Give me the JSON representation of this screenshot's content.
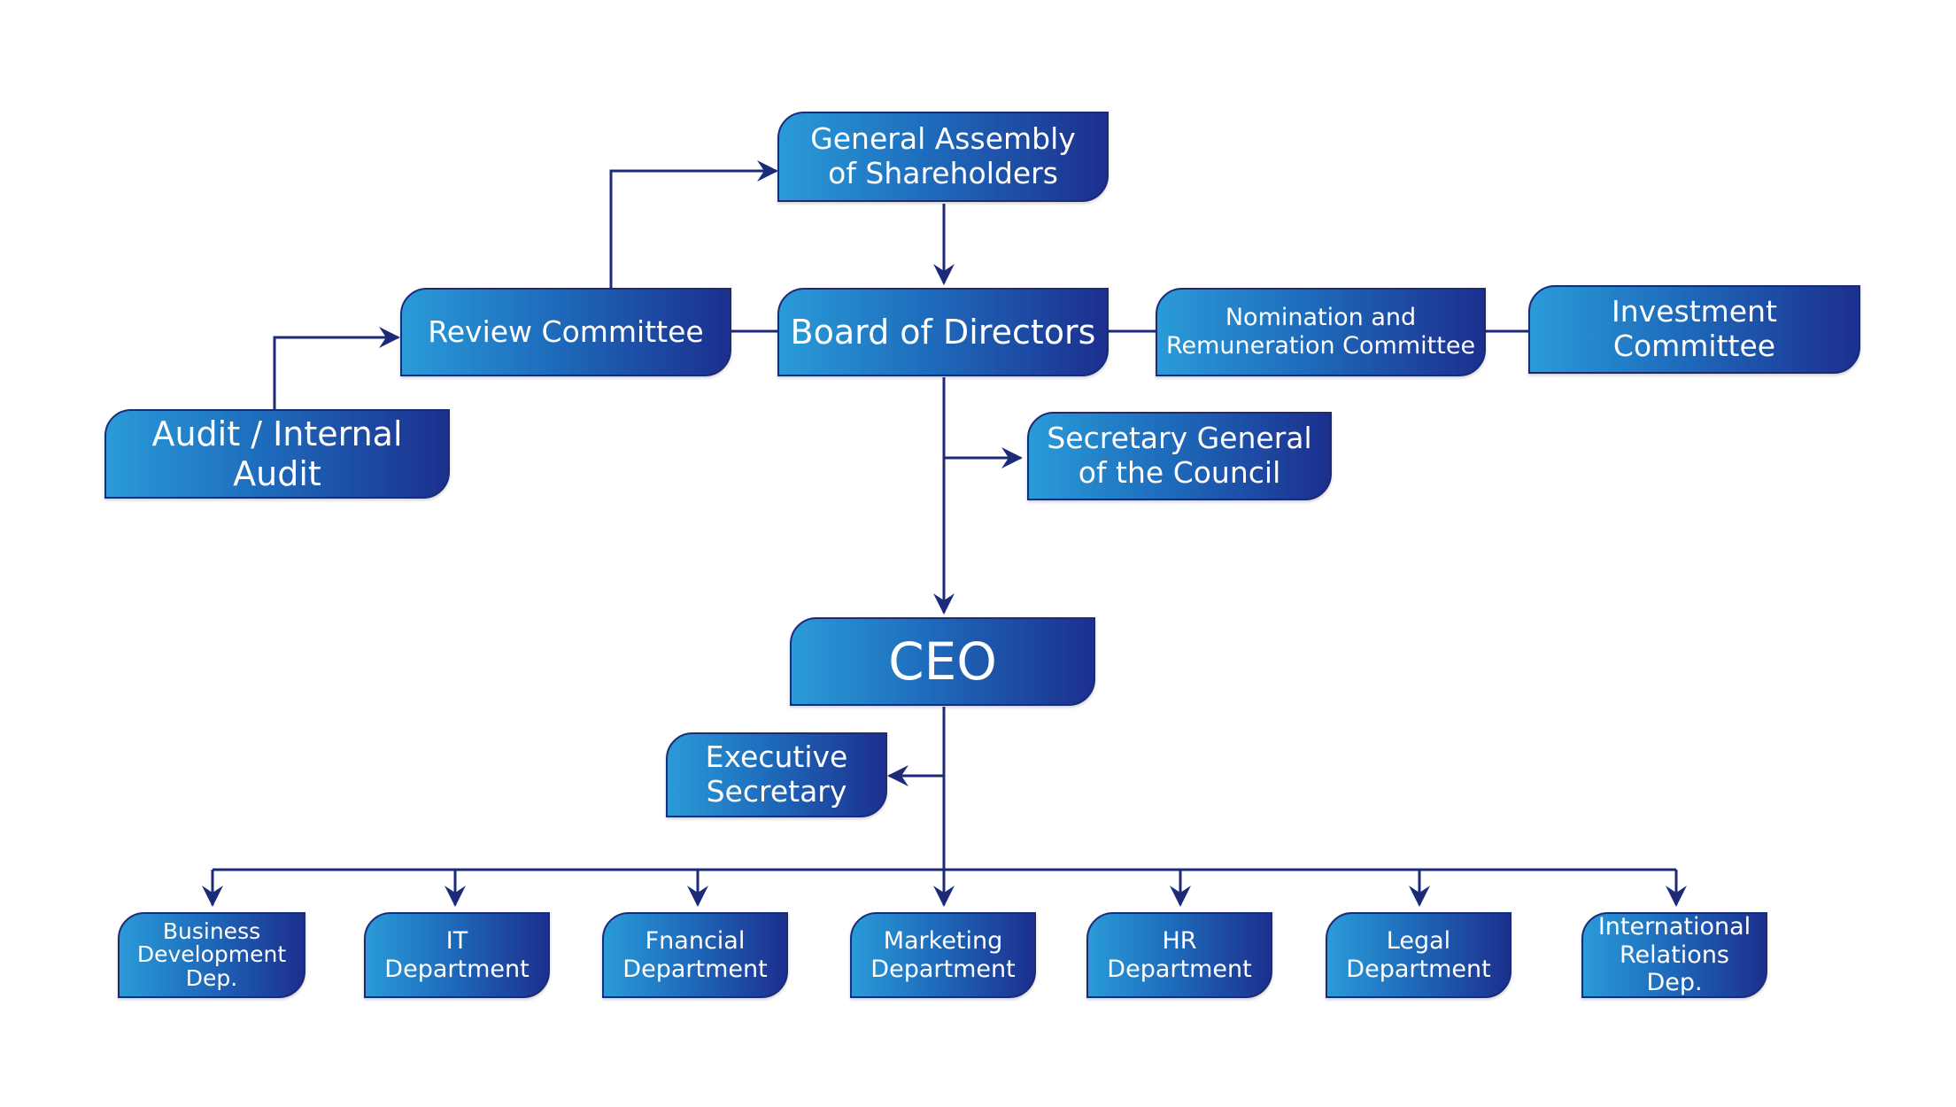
{
  "nodes": {
    "general_assembly": "General Assembly\nof Shareholders",
    "board": "Board of Directors",
    "review": "Review Committee",
    "audit": "Audit / Internal Audit",
    "nomination": "Nomination and\nRemuneration Committee",
    "investment": "Investment Committee",
    "secretary_general": "Secretary General\nof the Council",
    "ceo": "CEO",
    "exec_secretary": "Executive\nSecretary",
    "departments": [
      "Business\nDevelopment\nDep.",
      "IT\nDepartment",
      "Fnancial\nDepartment",
      "Marketing\nDepartment",
      "HR\nDepartment",
      "Legal\nDepartment",
      "International\nRelations Dep."
    ]
  },
  "colors": {
    "line": "#1c2a7a",
    "box_light": "#2a9bd8",
    "box_dark": "#1c2f8e"
  }
}
